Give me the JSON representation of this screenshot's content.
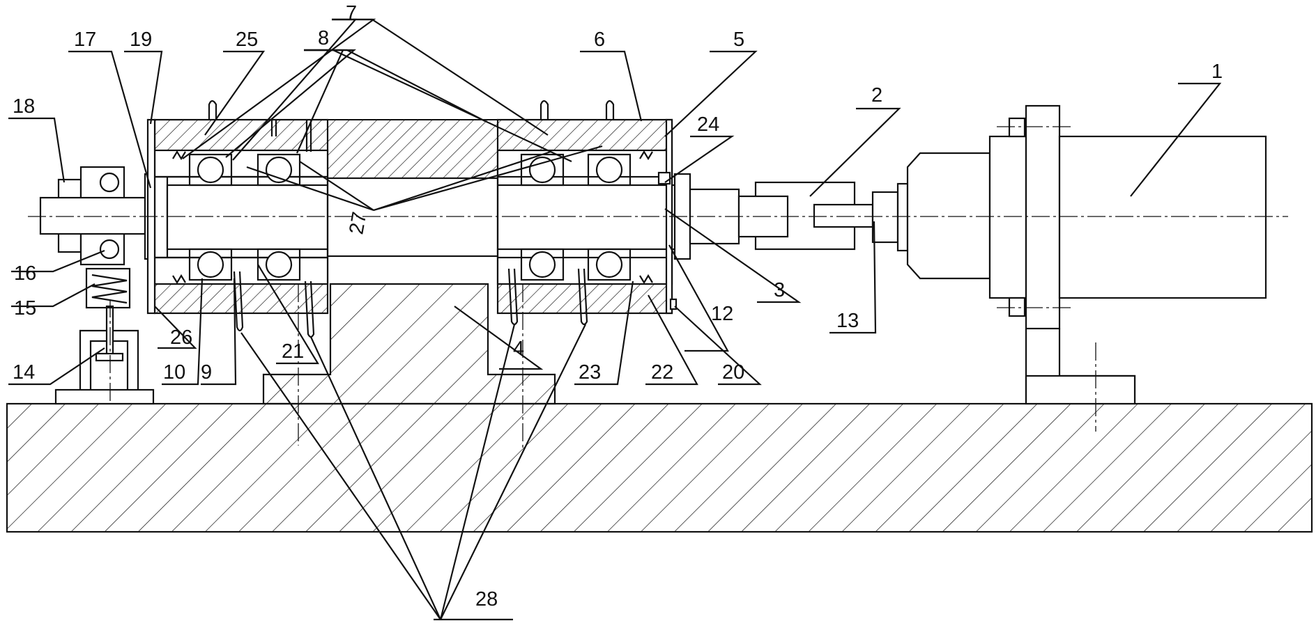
{
  "labels": {
    "n1": "1",
    "n2": "2",
    "n3": "3",
    "n4": "4",
    "n5": "5",
    "n6": "6",
    "n7": "7",
    "n8": "8",
    "n9": "9",
    "n10": "10",
    "n12": "12",
    "n13": "13",
    "n14": "14",
    "n15": "15",
    "n16": "16",
    "n17": "17",
    "n18": "18",
    "n19": "19",
    "n20": "20",
    "n21": "21",
    "n22": "22",
    "n23": "23",
    "n24": "24",
    "n25": "25",
    "n26": "26",
    "n27": "27",
    "n28": "28"
  }
}
